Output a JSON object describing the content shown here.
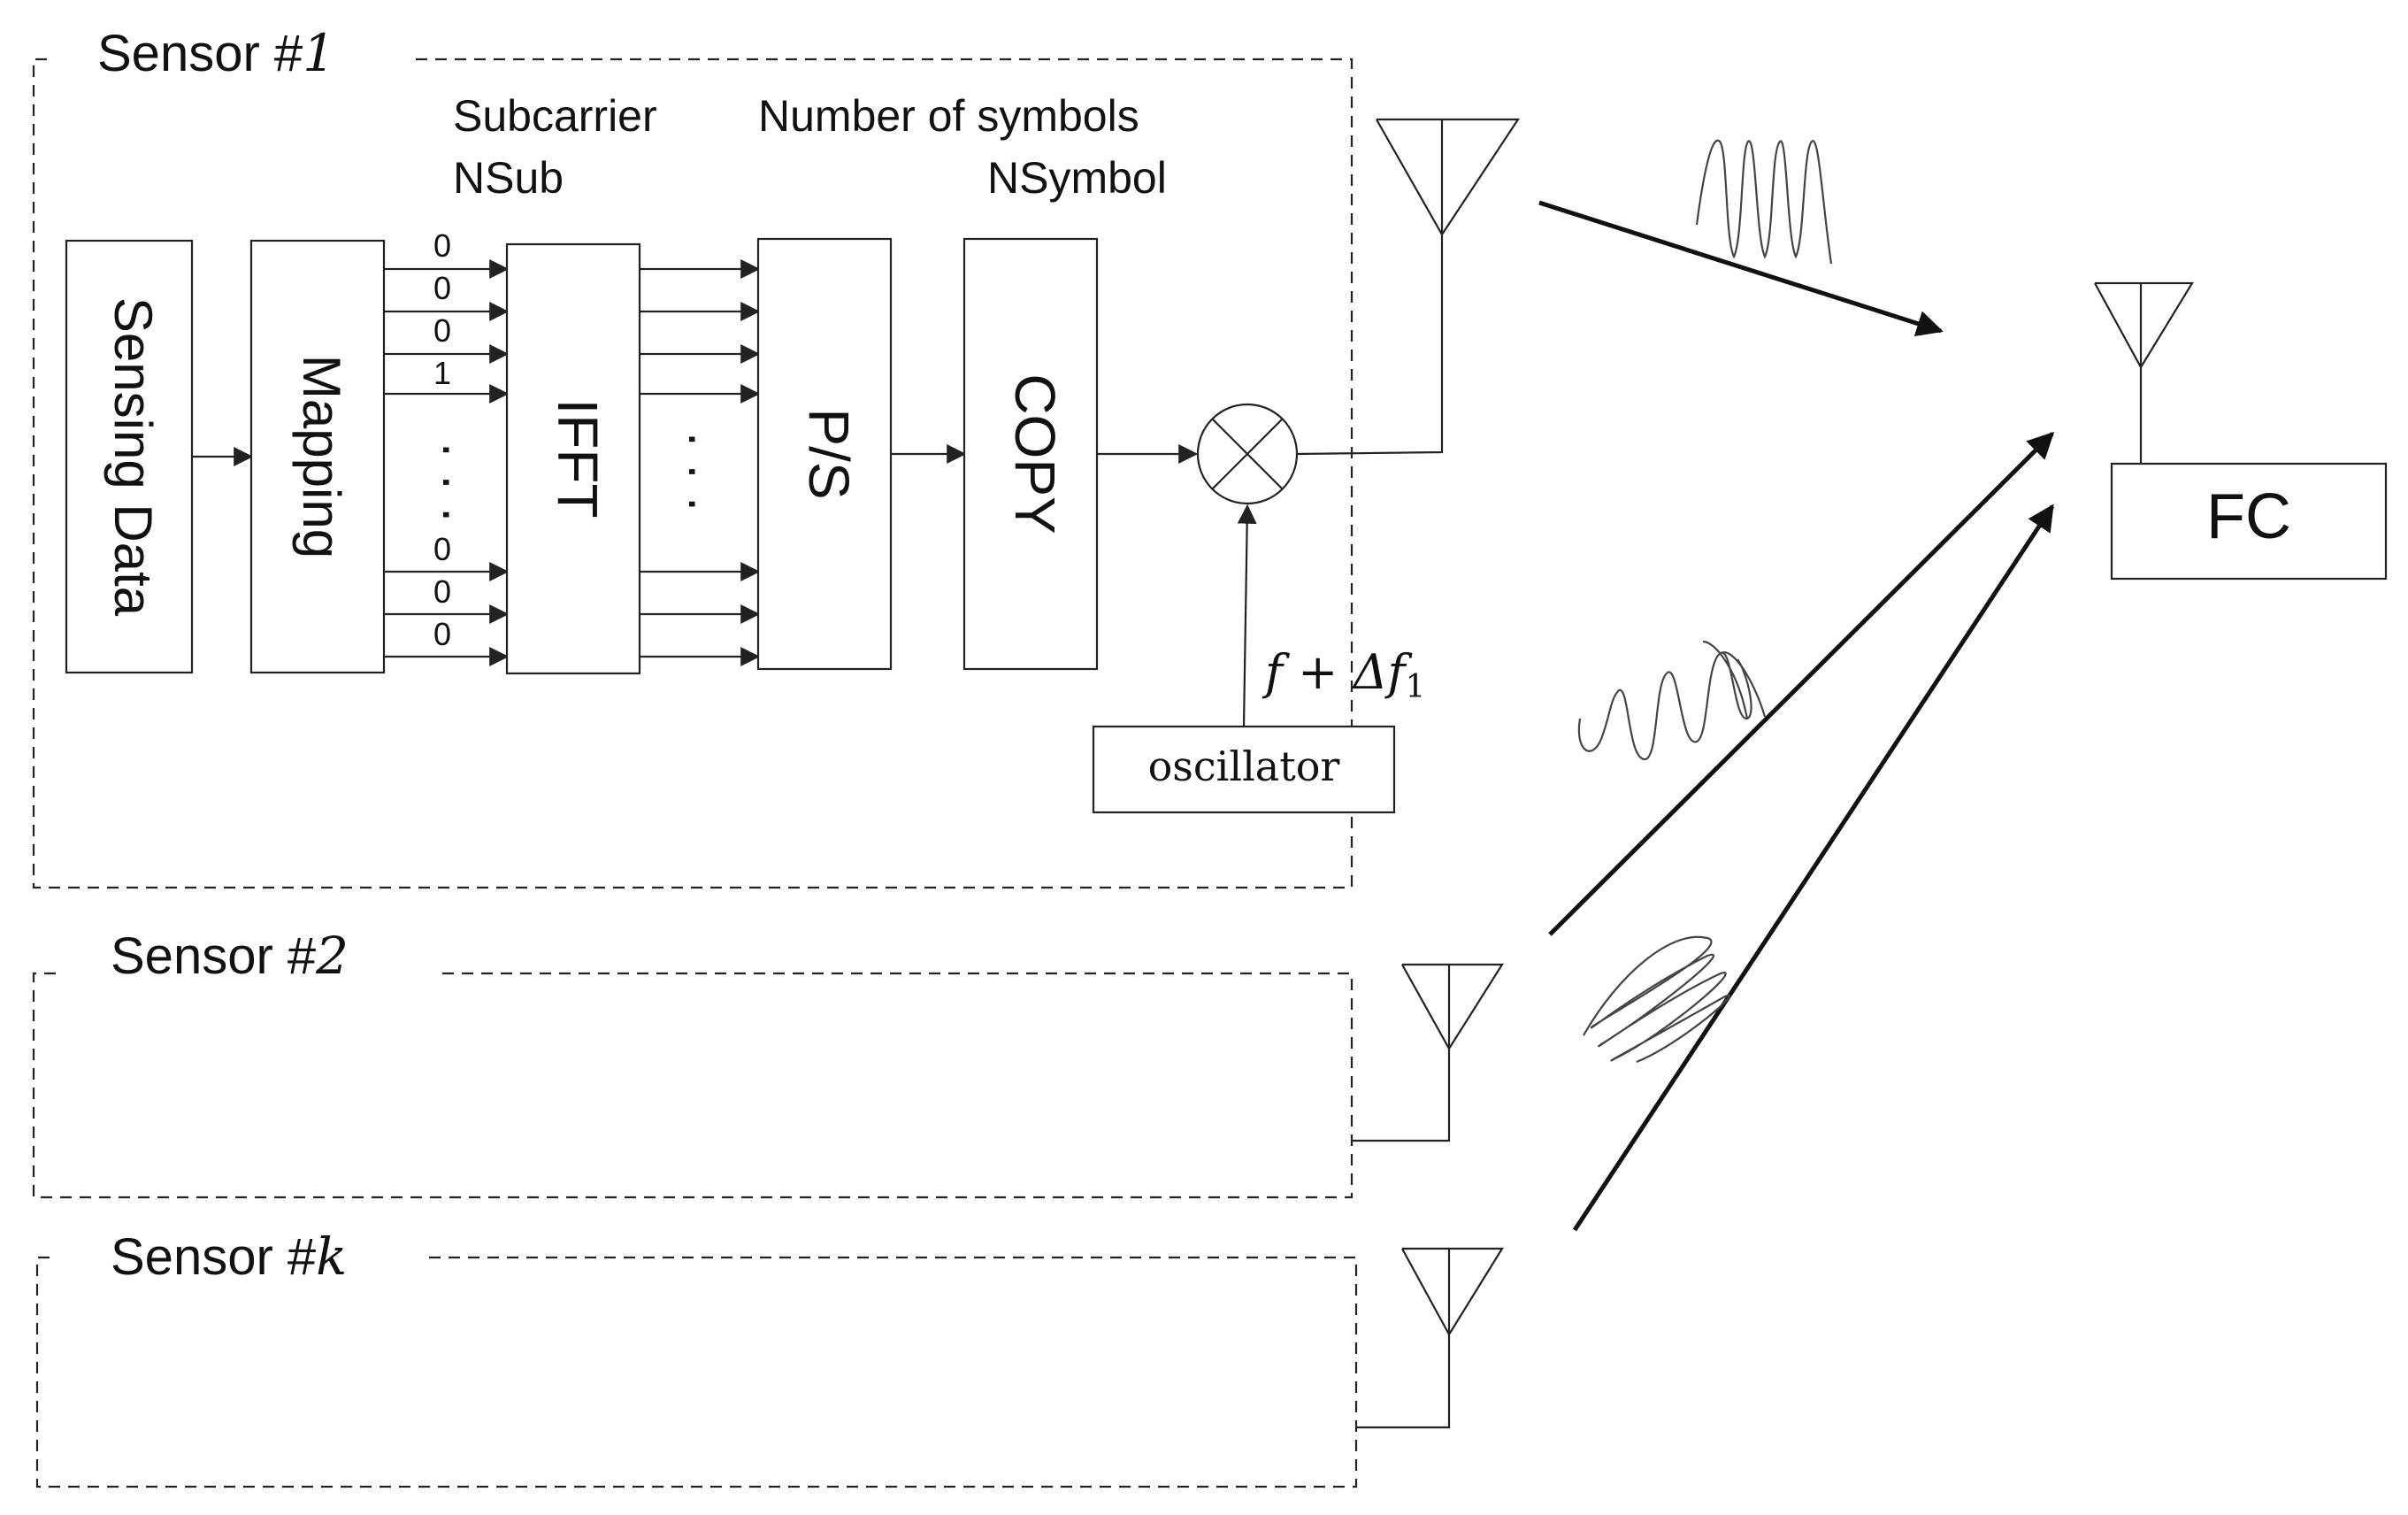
{
  "sensors": [
    {
      "label": "Sensor #",
      "index": "1"
    },
    {
      "label": "Sensor #",
      "index": "2"
    },
    {
      "label": "Sensor #",
      "index": "k"
    }
  ],
  "headers": {
    "subcarrier_line1": "Subcarrier",
    "subcarrier_line2": "NSub",
    "symbols_line1": "Number of symbols",
    "symbols_line2": "NSymbol"
  },
  "blocks": {
    "sensing_data": "Sensing Data",
    "mapping": "Mapping",
    "ifft": "IFFT",
    "ps": "P/S",
    "copy": "COPY",
    "oscillator": "oscillator",
    "fc": "FC"
  },
  "subcarrier_bits": [
    "0",
    "0",
    "0",
    "1",
    "0",
    "0",
    "0"
  ],
  "ellipsis": "· · ·",
  "frequency_label": "f + Δf",
  "frequency_subscript": "1",
  "icons": [
    "antenna-icon",
    "mixer-icon",
    "sine-wave-icon"
  ]
}
